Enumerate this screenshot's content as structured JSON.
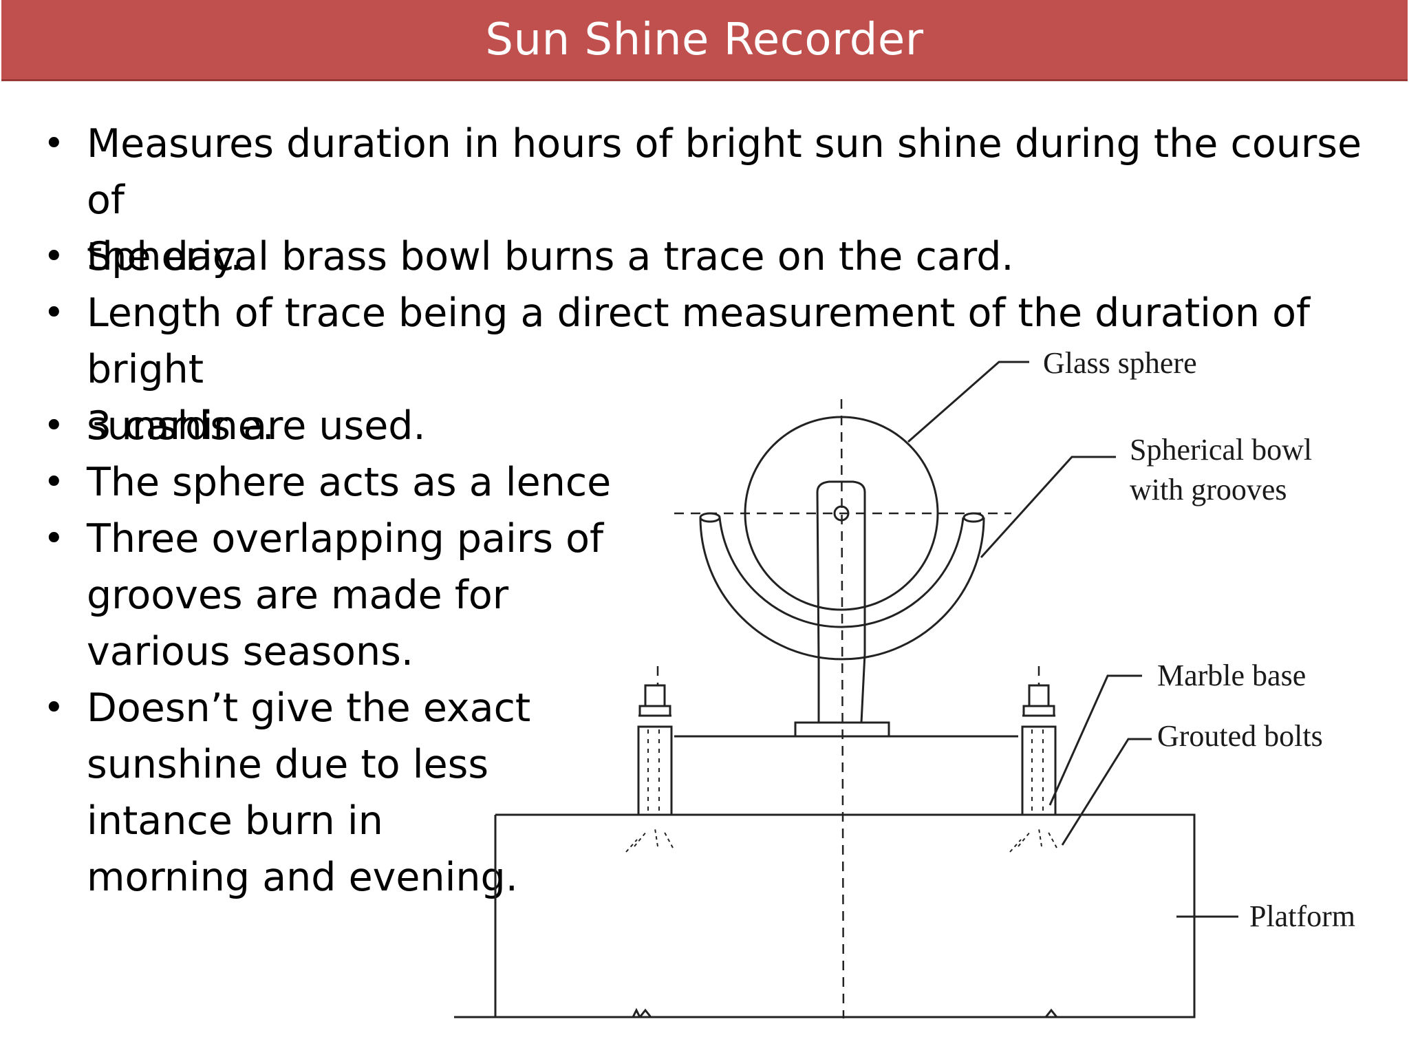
{
  "slide": {
    "title": "Sun Shine Recorder",
    "accent_color": "#c0504d",
    "bullets": [
      {
        "lines": [
          "Measures duration in hours of bright sun shine during the course of",
          "the day."
        ]
      },
      {
        "lines": [
          "Spherical brass bowl burns a trace on the card."
        ]
      },
      {
        "lines": [
          "Length of trace being a direct measurement of the duration of bright",
          "sunshine."
        ]
      },
      {
        "lines": [
          "3 cards are used."
        ]
      },
      {
        "lines": [
          "The sphere acts as a lence"
        ]
      },
      {
        "lines": [
          "Three overlapping pairs of",
          "grooves are made for",
          "various seasons."
        ]
      },
      {
        "lines": [
          "Doesn’t give the exact",
          "sunshine due to less",
          "intance burn in",
          "morning and evening."
        ]
      }
    ]
  },
  "diagram": {
    "labels": {
      "glass_sphere": "Glass sphere",
      "spherical_bowl_line1": "Spherical bowl",
      "spherical_bowl_line2": "with grooves",
      "marble_base": "Marble base",
      "grouted_bolts": "Grouted bolts",
      "platform": "Platform"
    }
  }
}
